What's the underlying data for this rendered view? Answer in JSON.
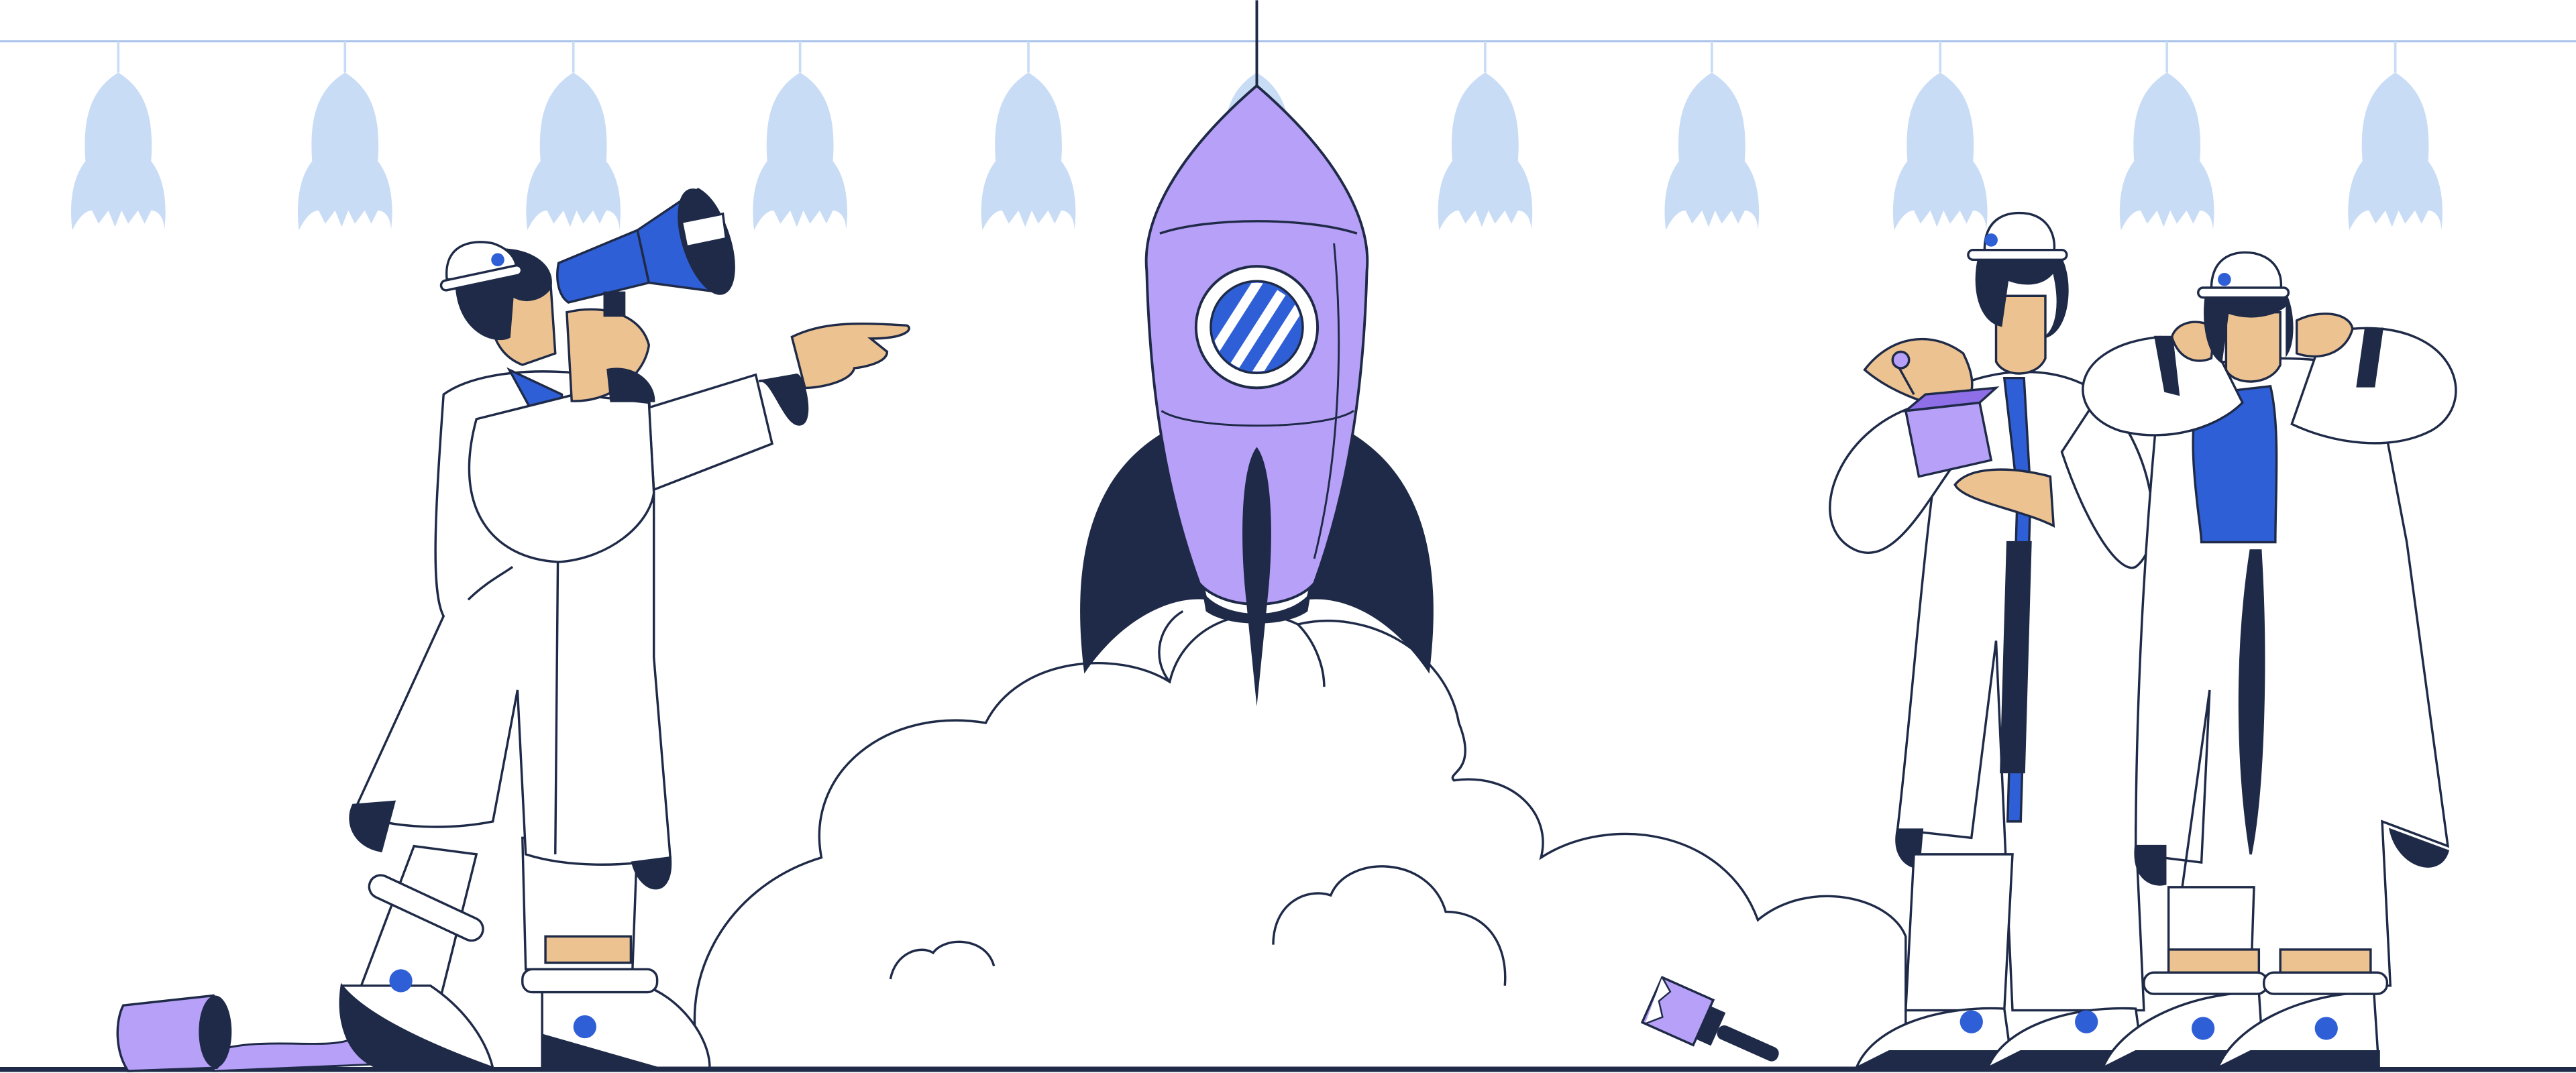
{
  "scene": {
    "subject": "rocket-launch-illustration",
    "colors": {
      "background": "#ffffff",
      "outline": "#1e2a47",
      "navy": "#1e2a47",
      "rocket_purple": "#b7a0f7",
      "rocket_purple_dark": "#8f6fe8",
      "accent_blue": "#2f5fd6",
      "rocket_pattern": "#c9dcf6",
      "skin": "#ecc290",
      "coat": "#ffffff",
      "string_line": "#a9c3ea"
    },
    "icons": {
      "hanging_rocket": "rocket-silhouette-icon",
      "megaphone": "megaphone-icon",
      "paint_brush": "paint-brush-icon",
      "paint_can": "paint-can-icon",
      "paint_box": "paint-box-icon",
      "porthole": "porthole-icon",
      "hard_hat": "hard-hat-icon"
    },
    "elements": {
      "hanging_rockets_count": 11,
      "characters": [
        "announcer-scientist",
        "painter-scientist",
        "ears-covered-scientist"
      ]
    }
  }
}
